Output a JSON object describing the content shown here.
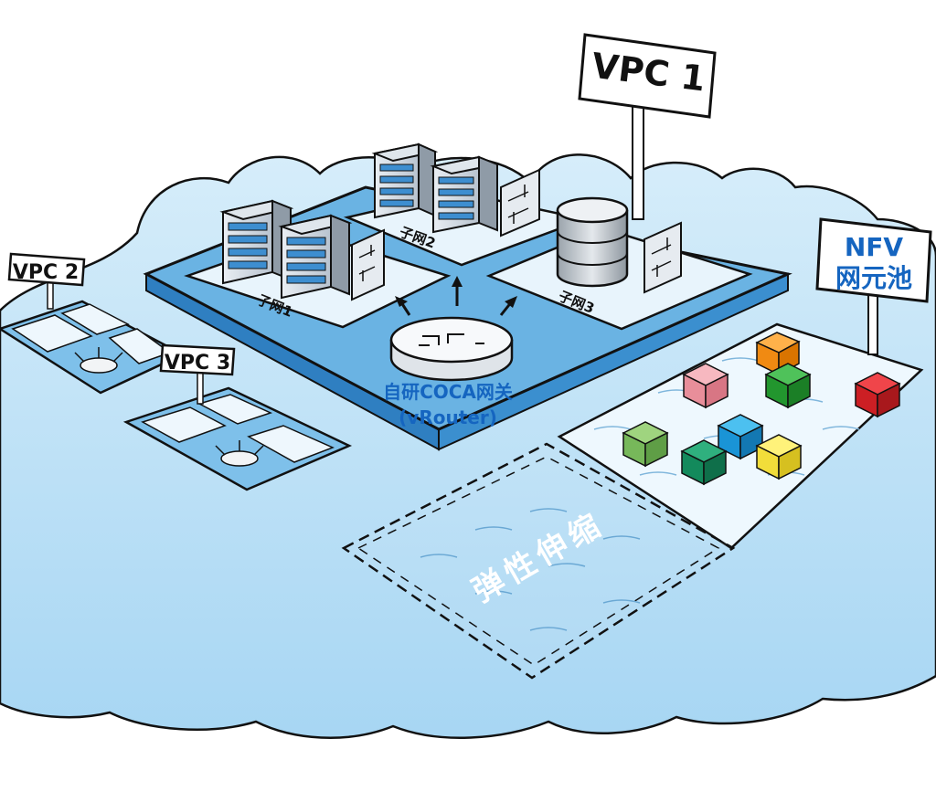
{
  "signs": {
    "vpc1": "VPC 1",
    "vpc2": "VPC 2",
    "vpc3": "VPC 3",
    "nfv_line1": "NFV",
    "nfv_line2": "网元池"
  },
  "subnets": {
    "subnet1": "子网1",
    "subnet2": "子网2",
    "subnet3": "子网3"
  },
  "router": {
    "line1": "自研COCA网关",
    "line2": "(vRouter)"
  },
  "elastic_label": "弹性伸缩",
  "colors": {
    "cloud": "#b9dff5",
    "cloud_dark": "#8cc8ec",
    "platform": "#5fa8dc",
    "subnet": "#dff0fb",
    "accent_blue": "#1565c0"
  },
  "nfv_cubes": [
    "orange",
    "pink",
    "green",
    "red",
    "light-green",
    "blue",
    "teal",
    "yellow"
  ]
}
